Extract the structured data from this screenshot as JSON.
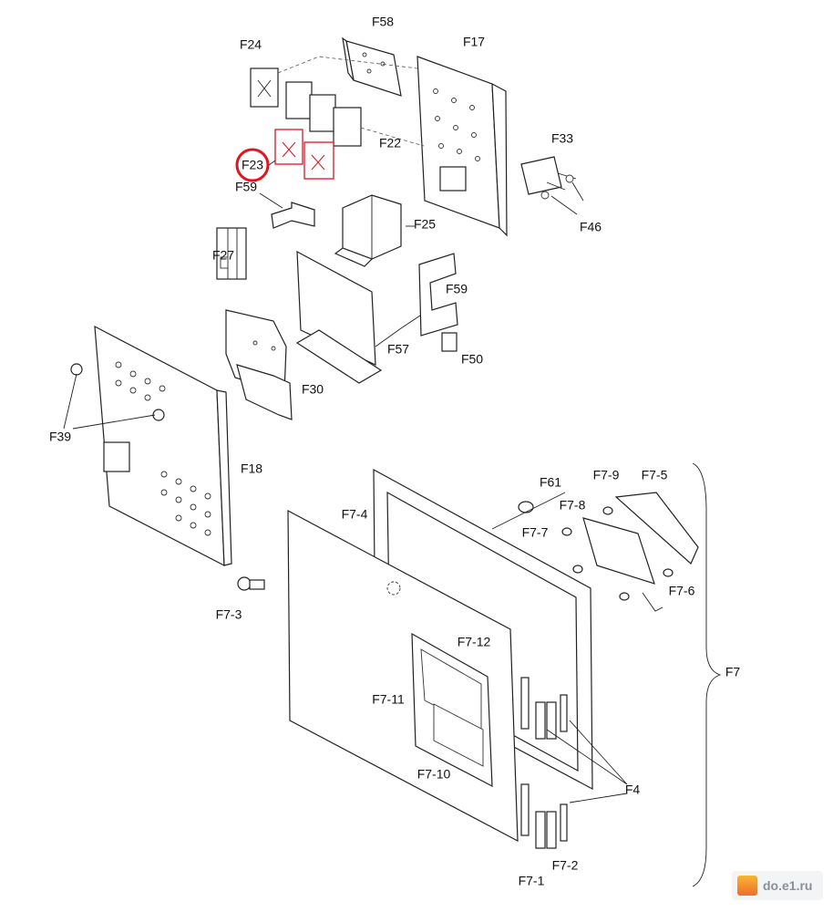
{
  "labels": {
    "F58": "F58",
    "F17": "F17",
    "F24": "F24",
    "F22": "F22",
    "F23": "F23",
    "F59a": "F59",
    "F33": "F33",
    "F46": "F46",
    "F25": "F25",
    "F27": "F27",
    "F59b": "F59",
    "F57": "F57",
    "F50": "F50",
    "F30": "F30",
    "F39": "F39",
    "F18": "F18",
    "F61": "F61",
    "F7_9": "F7-9",
    "F7_5": "F7-5",
    "F7_8": "F7-8",
    "F7_7": "F7-7",
    "F7_4": "F7-4",
    "F7_6": "F7-6",
    "F7_3": "F7-3",
    "F7_12": "F7-12",
    "F7_11": "F7-11",
    "F7_10": "F7-10",
    "F4": "F4",
    "F7": "F7",
    "F7_1": "F7-1",
    "F7_2": "F7-2"
  },
  "highlight": {
    "label": "F23",
    "color": "#e0141e"
  },
  "watermark": {
    "text": "do.e1.ru"
  }
}
